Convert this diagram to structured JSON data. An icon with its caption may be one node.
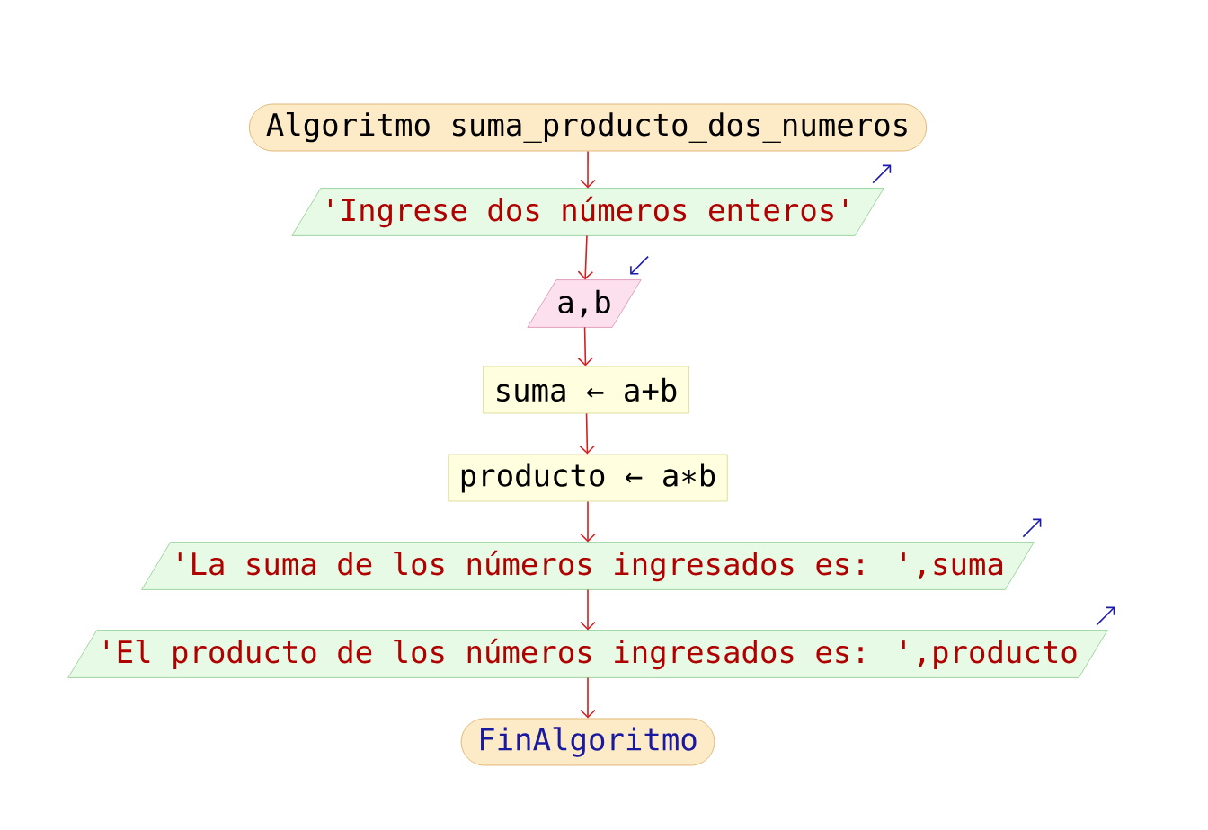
{
  "diagram": {
    "nodes": [
      {
        "text": [
          "Algoritmo suma_producto_dos_numeros"
        ]
      },
      {
        "text": [
          "'Ingrese dos números enteros'"
        ]
      },
      {
        "text": [
          "a,b"
        ]
      },
      {
        "text": [
          "suma ← a+b"
        ]
      },
      {
        "text": [
          "producto ← a∗b"
        ]
      },
      {
        "text": [
          "'La suma de los números ingresados es: ',suma"
        ]
      },
      {
        "text": [
          "'El producto de los números ingresados es: ',producto"
        ]
      },
      {
        "text": [
          "FinAlgoritmo"
        ]
      }
    ],
    "edges": [
      {
        "from": 0,
        "to": 1,
        "arrow": "to"
      },
      {
        "from": 1,
        "to": 2,
        "arrow": "to"
      },
      {
        "from": 2,
        "to": 3,
        "arrow": "to"
      },
      {
        "from": 3,
        "to": 4,
        "arrow": "to"
      },
      {
        "from": 4,
        "to": 5,
        "arrow": "to"
      },
      {
        "from": 5,
        "to": 6,
        "arrow": "to"
      },
      {
        "from": 6,
        "to": 7,
        "arrow": "to"
      }
    ]
  }
}
